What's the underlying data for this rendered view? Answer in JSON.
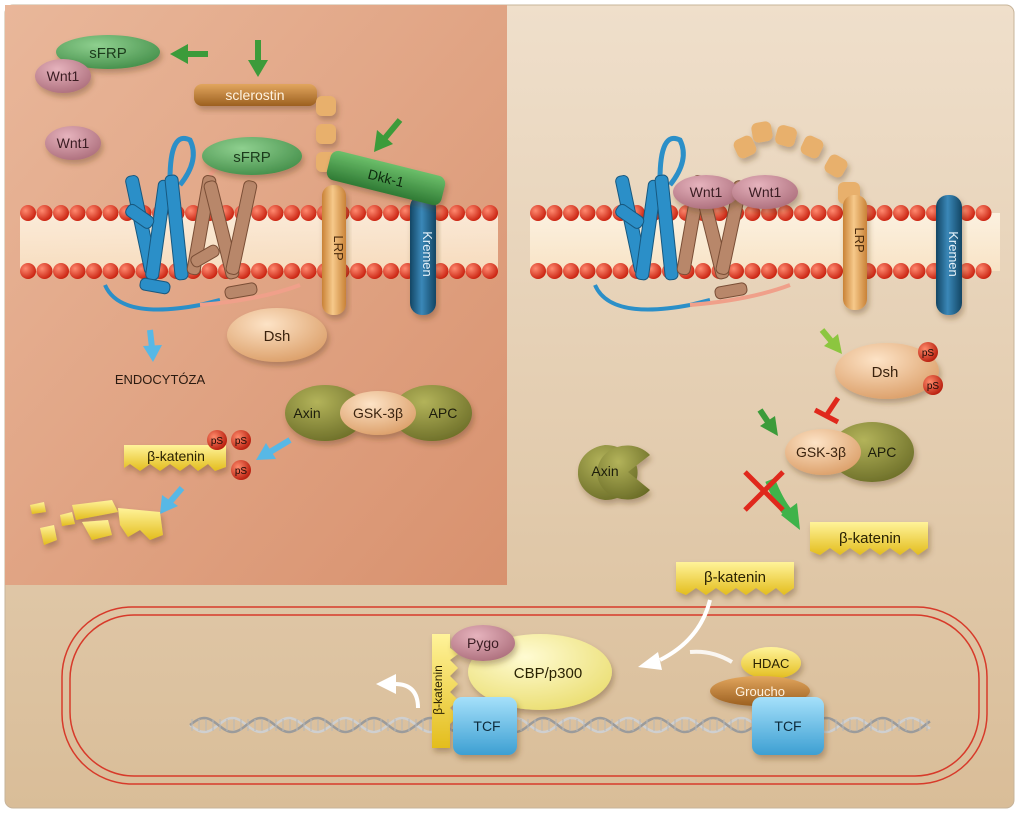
{
  "colors": {
    "left_panel": "#e2a283",
    "right_panel": "#e6cdae",
    "membrane_bead": "#e0321d",
    "lrp": "#e3a55f",
    "kremen": "#1f5f8c",
    "frizzled_blue": "#2b8fc8",
    "frizzled_brown": "#b8876a",
    "sfrp": "#5aa25e",
    "wnt": "#c98b98",
    "dsh": "#f3c699",
    "axin": "#8a8a3a",
    "gsk": "#f0c4a0",
    "beta_catenin": "#f4d94a",
    "tcf": "#6cbde6",
    "cbp": "#f5eea0",
    "nucleus_line": "#d73a2a",
    "arrow_green": "#3c9b3a",
    "arrow_blue": "#57b8e6",
    "arrow_white": "#ffffff",
    "inhibit_red": "#e0281c"
  },
  "left": {
    "sfrp_top": "sFRP",
    "wnt1_top": "Wnt1",
    "wnt1_mid": "Wnt1",
    "sclerostin": "sclerostin",
    "sfrp_mid": "sFRP",
    "dkk1": "Dkk-1",
    "lrp": "LRP",
    "kremen": "Kremen",
    "dsh": "Dsh",
    "endocytosis": "ENDOCYTÓZA",
    "axin": "Axin",
    "gsk": "GSK-3β",
    "apc": "APC",
    "beta_catenin": "β-katenin",
    "ps_labels": [
      "pS",
      "pS",
      "pS"
    ]
  },
  "right": {
    "wnt1_a": "Wnt1",
    "wnt1_b": "Wnt1",
    "lrp": "LRP",
    "kremen": "Kremen",
    "dsh": "Dsh",
    "ps_labels": [
      "pS",
      "pS"
    ],
    "gsk": "GSK-3β",
    "apc": "APC",
    "axin": "Axin",
    "beta_catenin_free": "β-katenin",
    "beta_catenin_entry": "β-katenin"
  },
  "nucleus": {
    "pygo": "Pygo",
    "cbp": "CBP/p300",
    "beta_catenin": "β-katenin",
    "tcf_active": "TCF",
    "hdac": "HDAC",
    "groucho": "Groucho",
    "tcf_repressed": "TCF"
  }
}
